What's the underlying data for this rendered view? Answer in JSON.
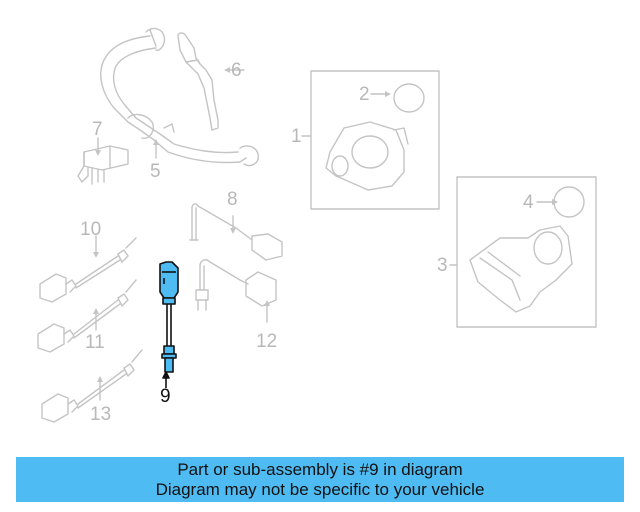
{
  "diagram": {
    "highlighted_part": "9",
    "colors": {
      "line": "#c4c4c4",
      "highlight_fill": "#4fbbf3",
      "highlight_stroke": "#111111",
      "banner": "#4fbbf3"
    },
    "callouts": [
      {
        "id": "1",
        "label": "1"
      },
      {
        "id": "2",
        "label": "2"
      },
      {
        "id": "3",
        "label": "3"
      },
      {
        "id": "4",
        "label": "4"
      },
      {
        "id": "5",
        "label": "5"
      },
      {
        "id": "6",
        "label": "6"
      },
      {
        "id": "7",
        "label": "7"
      },
      {
        "id": "8",
        "label": "8"
      },
      {
        "id": "9",
        "label": "9"
      },
      {
        "id": "10",
        "label": "10"
      },
      {
        "id": "11",
        "label": "11"
      },
      {
        "id": "12",
        "label": "12"
      },
      {
        "id": "13",
        "label": "13"
      }
    ]
  },
  "banner": {
    "line1": "Part or sub-assembly is #9 in diagram",
    "line2": "Diagram may not be specific to your vehicle"
  }
}
